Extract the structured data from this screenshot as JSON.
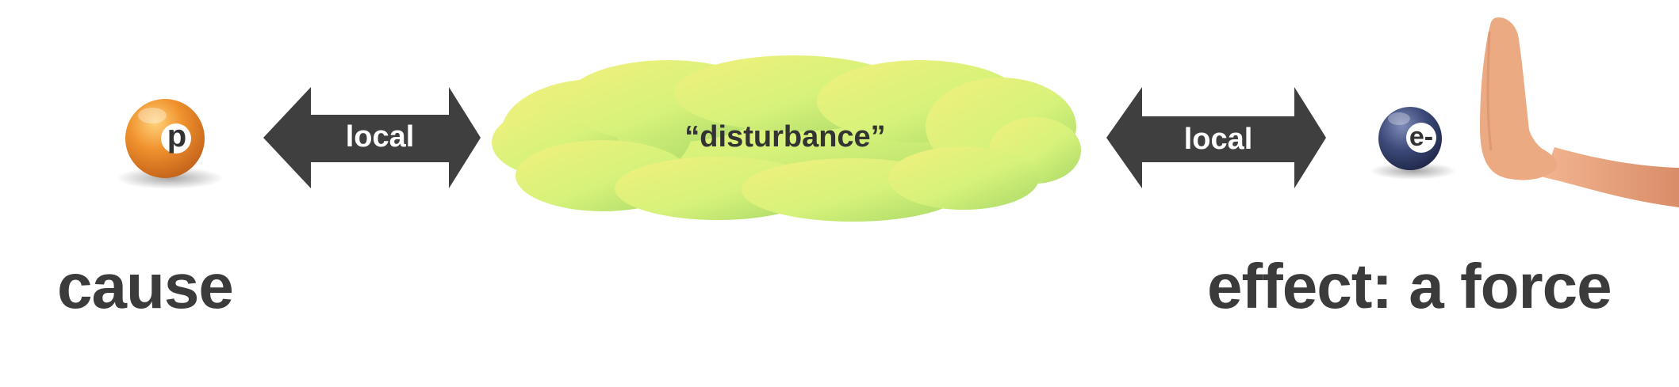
{
  "cause": {
    "particle_letter": "p",
    "label": "cause"
  },
  "arrow_left": {
    "label": "local"
  },
  "disturbance": {
    "label": "“disturbance”"
  },
  "arrow_right": {
    "label": "local"
  },
  "effect": {
    "particle_letter": "e-",
    "label": "effect: a force"
  },
  "colors": {
    "proton": "#f0922e",
    "electron": "#3d4a7a",
    "arrow": "#3f3f3f",
    "cloud_yellow": "#eef07a",
    "cloud_green": "#bfe86a",
    "text": "#3b3b3b",
    "skin": "#e9a781"
  },
  "icons": [
    "proton-ball-icon",
    "electron-ball-icon",
    "double-arrow-icon",
    "cloud-icon",
    "stop-hand-icon"
  ]
}
